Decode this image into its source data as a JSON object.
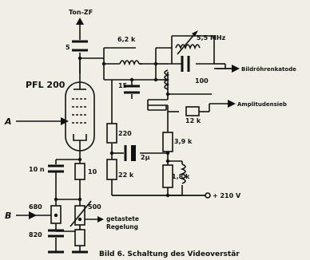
{
  "labels": {
    "ton_zf": "Ton-ZF",
    "tube": "PFL 200",
    "c_top": "5",
    "r_62k": "6,2 k",
    "freq": "5,5 MHz",
    "c_100": "100",
    "out_katode": "Bildröhrenkatode",
    "c_15": "15",
    "out_ampl": "Amplitudensieb",
    "r_12k": "12 k",
    "r_220": "220",
    "c_2u": "2μ",
    "r_22k": "22 k",
    "r_39k": "3,9 k",
    "r_18k": "1,8 k",
    "c_10n": "10 n",
    "r_10": "10",
    "r_680": "680",
    "r_500": "500",
    "c_820": "820",
    "v_210": "+ 210 V",
    "in_a": "A",
    "in_b": "B",
    "geregelt_1": "getastete",
    "geregelt_2": "Regelung",
    "caption": "Bild 6. Schaltung des Videoverstär"
  }
}
